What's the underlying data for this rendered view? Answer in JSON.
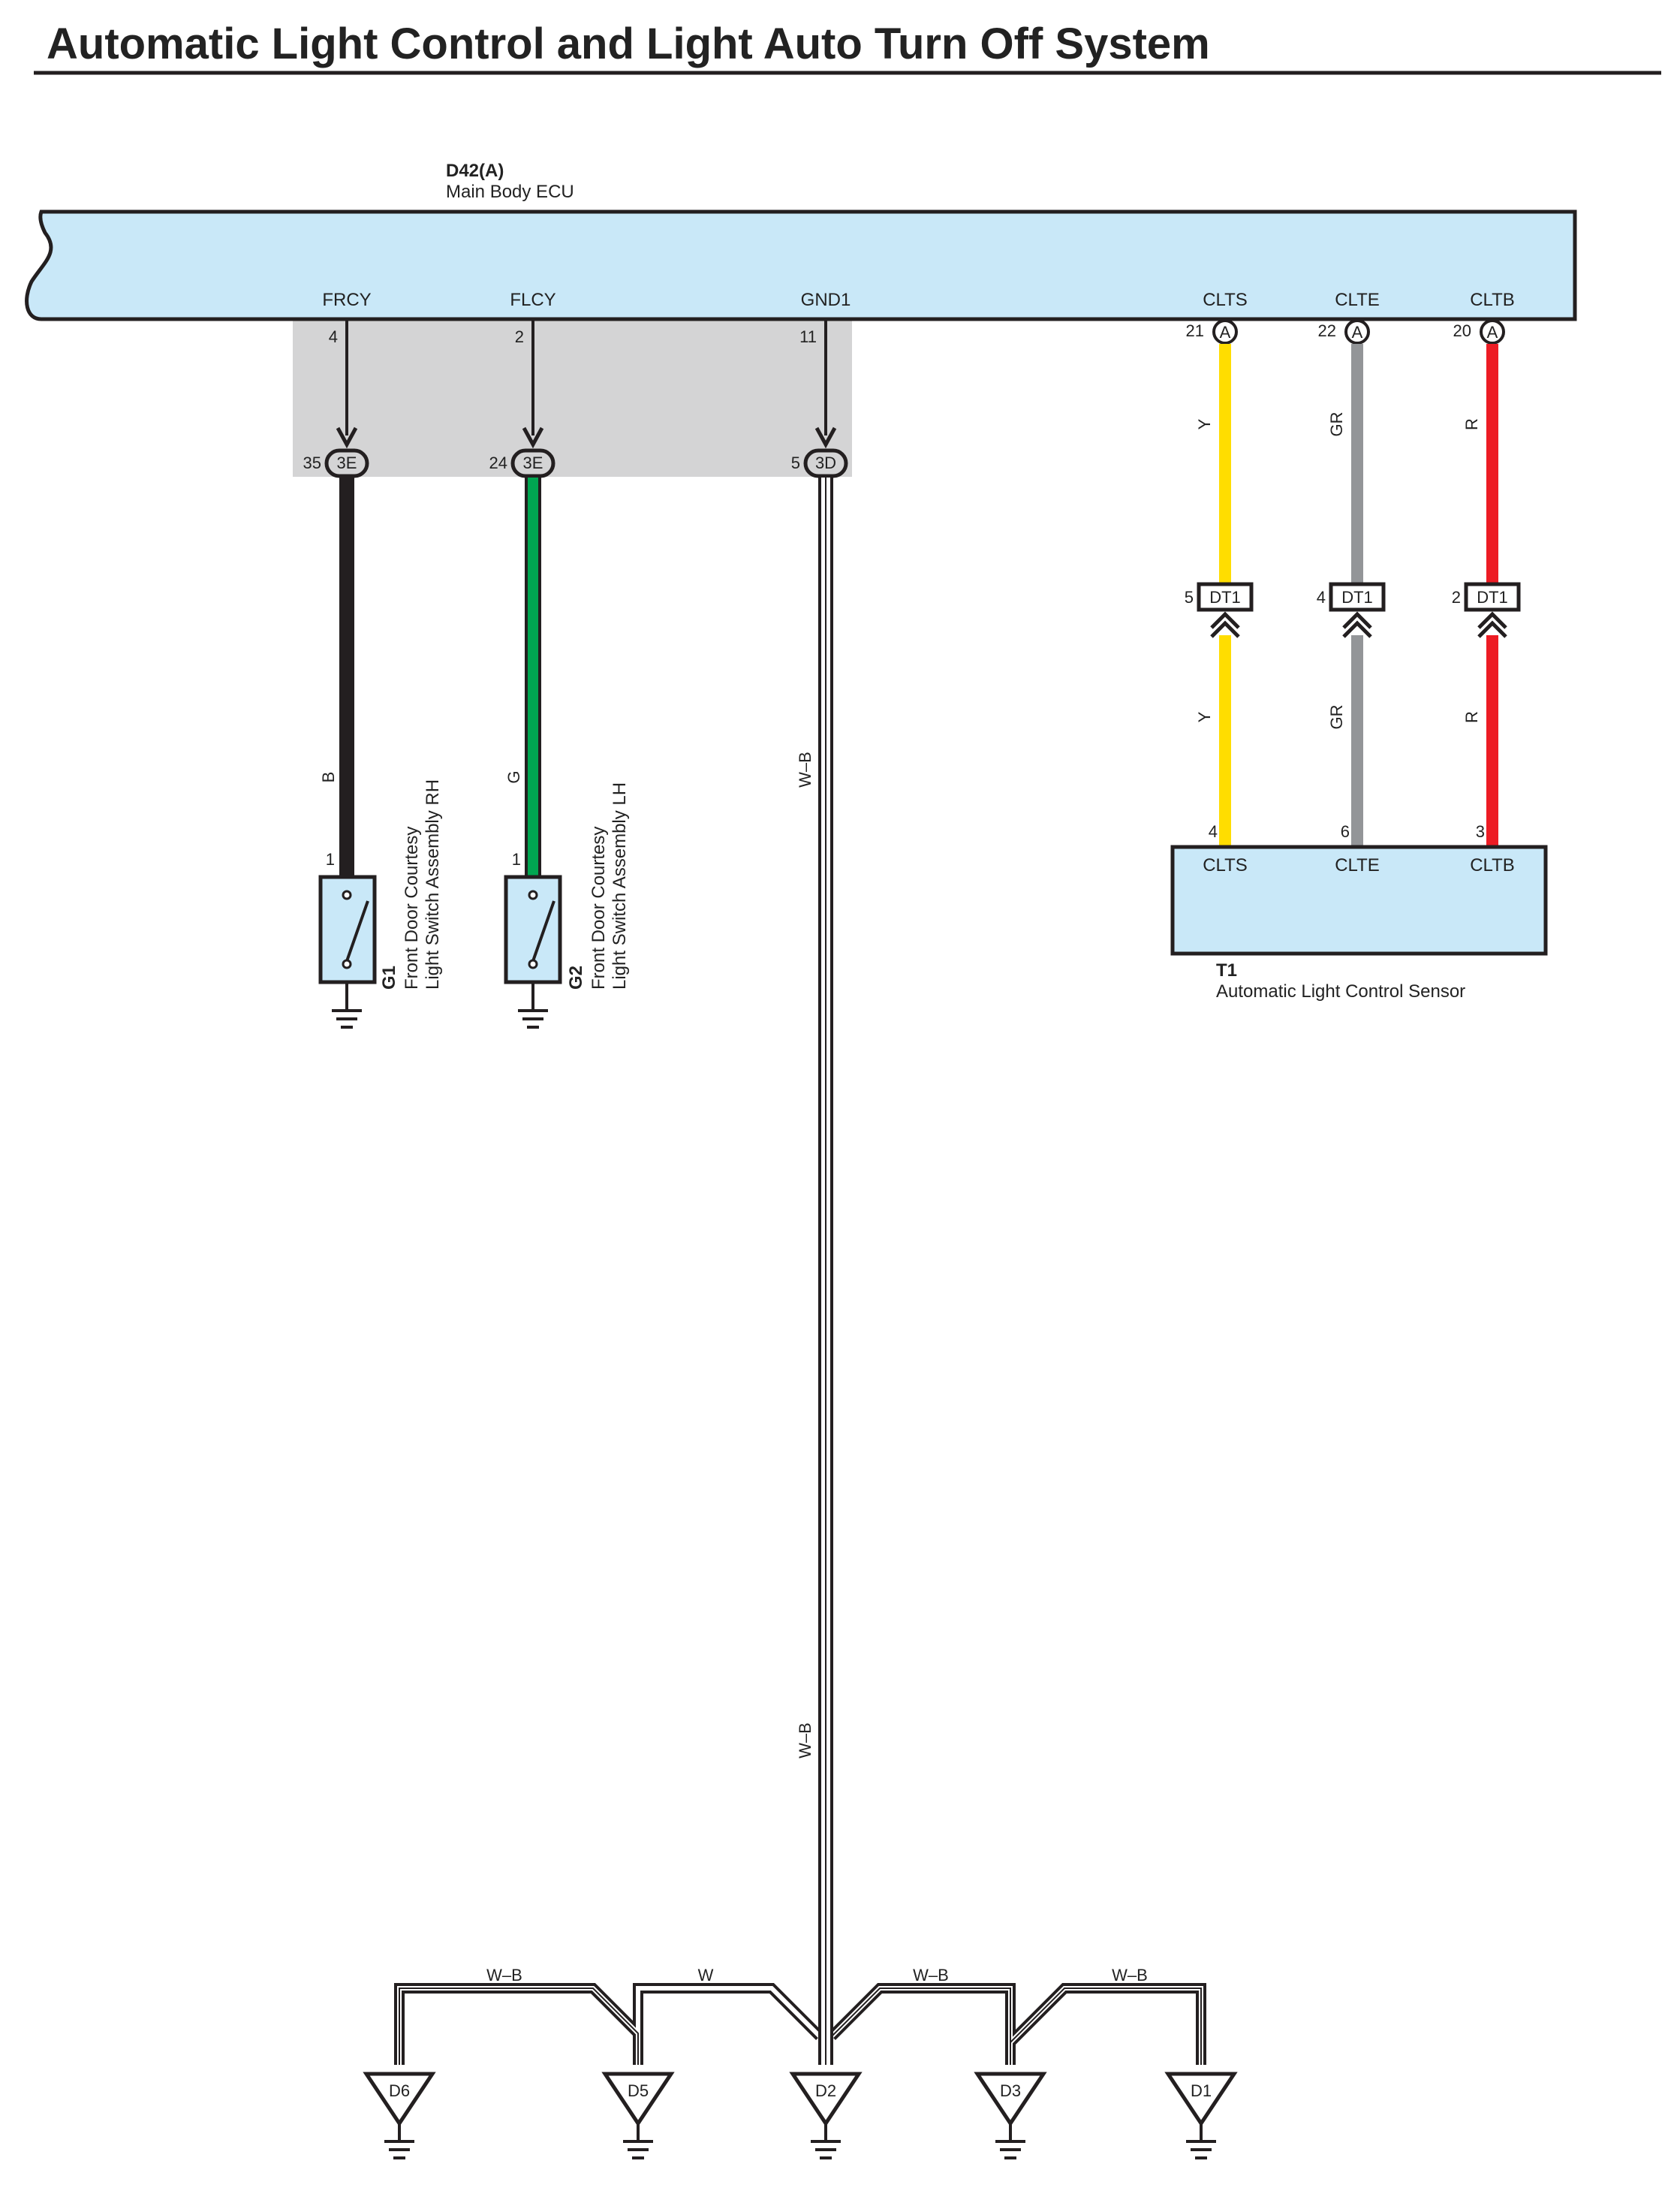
{
  "title": "Automatic Light Control and Light Auto Turn Off System",
  "colors": {
    "body_fill": "#c9e8f8",
    "junction_fill": "#d4d4d5",
    "wire_black": "#231f20",
    "wire_green": "#00a651",
    "wire_yellow": "#ffdd00",
    "wire_gray": "#939598",
    "wire_red": "#ed1c24",
    "wire_white_outline": "#231f20"
  },
  "ecu": {
    "code": "D42(A)",
    "name": "Main Body ECU",
    "terminals": [
      {
        "name": "FRCY",
        "pin": "4"
      },
      {
        "name": "FLCY",
        "pin": "2"
      },
      {
        "name": "GND1",
        "pin": "11"
      },
      {
        "name": "CLTS",
        "pin": "21",
        "conn": "A"
      },
      {
        "name": "CLTE",
        "pin": "22",
        "conn": "A"
      },
      {
        "name": "CLTB",
        "pin": "20",
        "conn": "A"
      }
    ]
  },
  "junction_connectors": [
    {
      "pin": "35",
      "label": "3E"
    },
    {
      "pin": "24",
      "label": "3E"
    },
    {
      "pin": "5",
      "label": "3D"
    }
  ],
  "switches": [
    {
      "code": "G1",
      "name_line1": "Front Door Courtesy",
      "name_line2": "Light Switch Assembly RH",
      "pin": "1",
      "wire": "B"
    },
    {
      "code": "G2",
      "name_line1": "Front Door Courtesy",
      "name_line2": "Light Switch Assembly LH",
      "pin": "1",
      "wire": "G"
    }
  ],
  "ground_wire": {
    "label_upper": "W–B",
    "label_lower": "W–B"
  },
  "sensor_wires": [
    {
      "wire": "Y",
      "dt_pin": "5",
      "dt_label": "DT1",
      "sensor_pin": "4"
    },
    {
      "wire": "GR",
      "dt_pin": "4",
      "dt_label": "DT1",
      "sensor_pin": "6"
    },
    {
      "wire": "R",
      "dt_pin": "2",
      "dt_label": "DT1",
      "sensor_pin": "3"
    }
  ],
  "sensor": {
    "code": "T1",
    "name": "Automatic Light Control Sensor",
    "terminals": [
      "CLTS",
      "CLTE",
      "CLTB"
    ]
  },
  "ground_points": [
    {
      "label": "D6"
    },
    {
      "label": "D5"
    },
    {
      "label": "D2"
    },
    {
      "label": "D3"
    },
    {
      "label": "D1"
    }
  ],
  "ground_bus_labels": [
    "W–B",
    "W",
    "W–B",
    "W–B"
  ]
}
